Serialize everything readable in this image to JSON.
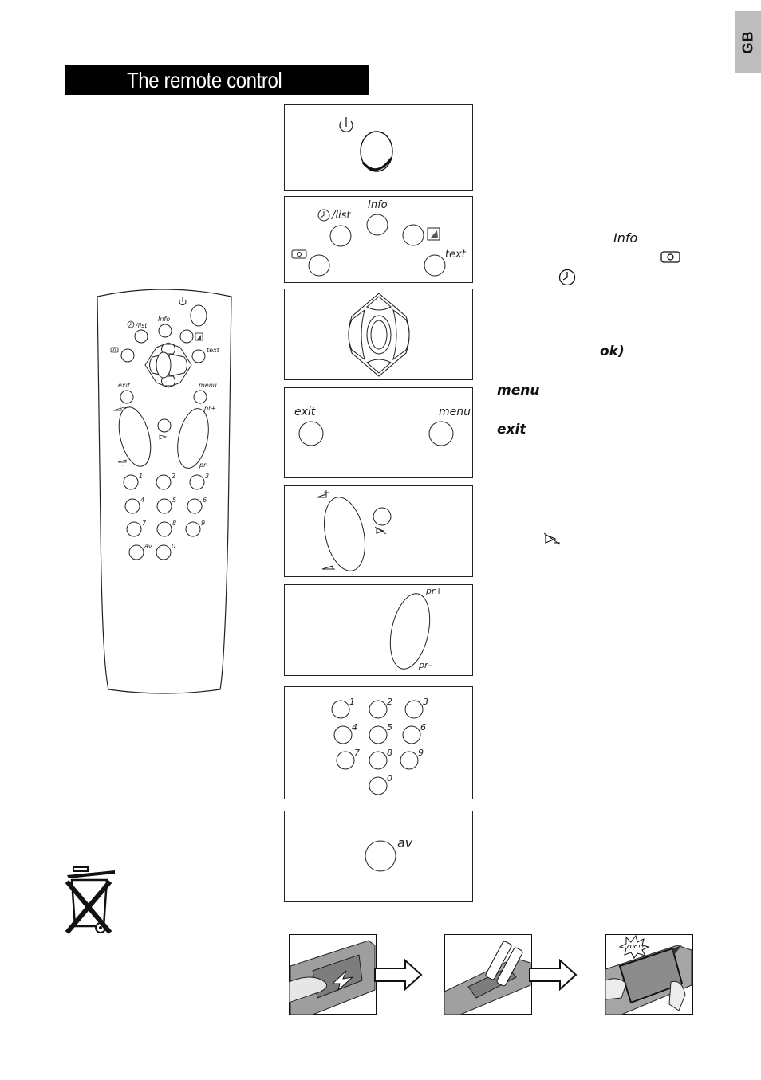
{
  "language_tab": "GB",
  "page_title": "The remote control",
  "remote": {
    "labels": {
      "list": "/list",
      "info": "Info",
      "text": "text",
      "exit": "exit",
      "menu": "menu",
      "pr_plus": "pr+",
      "pr_minus": "pr–",
      "av": "av",
      "digits": [
        "1",
        "2",
        "3",
        "4",
        "5",
        "6",
        "7",
        "8",
        "9",
        "0"
      ]
    }
  },
  "panels": {
    "info_panel": {
      "list": "/list",
      "info": "Info",
      "text": "text"
    },
    "menu_panel": {
      "exit": "exit",
      "menu": "menu"
    },
    "program_panel": {
      "pr_plus": "pr+",
      "pr_minus": "pr–"
    },
    "digits_panel": {
      "digits": [
        "1",
        "2",
        "3",
        "4",
        "5",
        "6",
        "7",
        "8",
        "9",
        "0"
      ]
    },
    "av_panel": {
      "av": "av"
    }
  },
  "side_text": {
    "info": "Info",
    "ok": "ok)",
    "menu": "menu",
    "exit": "exit"
  },
  "battery_steps": {
    "clic_label": "CLIC !!!"
  },
  "icons": [
    "power-icon",
    "clock-icon",
    "teletext-icon",
    "screen-icon",
    "volume-up-icon",
    "volume-down-icon",
    "mute-icon",
    "arrow-right-icon",
    "wheelie-bin-crossed-icon"
  ]
}
